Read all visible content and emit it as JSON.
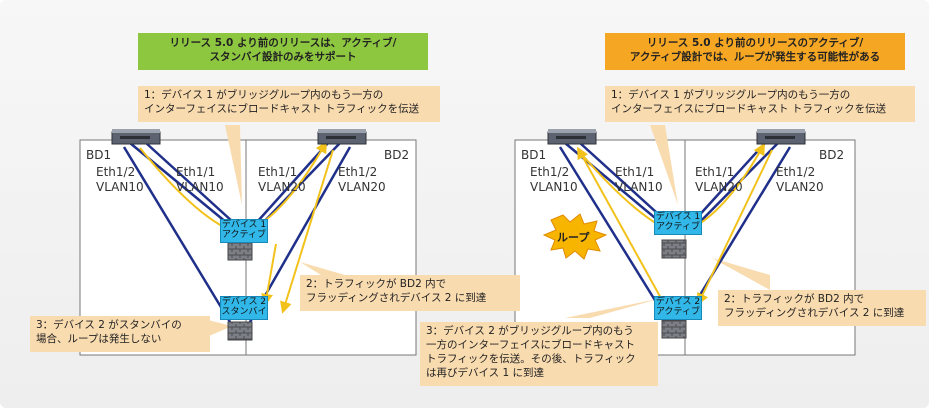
{
  "left": {
    "header": [
      "リリース 5.0 より前のリリースは、アクティブ/",
      "スタンバイ設計のみをサポート"
    ],
    "header_color": "#8dc63f",
    "step1": [
      "1：デバイス 1 がブリッジグループ内のもう一方の",
      "インターフェイスにブロードキャスト トラフィックを伝送"
    ],
    "step2": [
      "2：トラフィックが BD2 内で",
      "フラッディングされデバイス 2 に到達"
    ],
    "step3": [
      "3：デバイス 2 がスタンバイの",
      "場合、ループは発生しない"
    ],
    "bd1": "BD1",
    "bd2": "BD2",
    "ports": [
      "Eth1/2",
      "VLAN10",
      "Eth1/1",
      "VLAN10",
      "Eth1/1",
      "VLAN20",
      "Eth1/2",
      "VLAN20"
    ],
    "device1": [
      "デバイス 1",
      "アクティブ"
    ],
    "device2": [
      "デバイス 2",
      "スタンバイ"
    ]
  },
  "right": {
    "header": [
      "リリース 5.0 より前のリリースのアクティブ/",
      "アクティブ設計では、ループが発生する可能性がある"
    ],
    "header_color": "#f5a623",
    "step1": [
      "1：デバイス 1 がブリッジグループ内のもう一方の",
      "インターフェイスにブロードキャスト トラフィックを伝送"
    ],
    "step2": [
      "2：トラフィックが BD2 内で",
      "フラッディングされデバイス 2 に到達"
    ],
    "step3": [
      "3：デバイス 2 がブリッジグループ内のもう",
      "一方のインターフェイスにブロードキャスト",
      "トラフィックを伝送。その後、トラフィック",
      "は再びデバイス 1 に到達"
    ],
    "bd1": "BD1",
    "bd2": "BD2",
    "ports": [
      "Eth1/2",
      "VLAN10",
      "Eth1/1",
      "VLAN10",
      "Eth1/1",
      "VLAN20",
      "Eth1/2",
      "VLAN20"
    ],
    "device1": [
      "デバイス 1",
      "アクティブ"
    ],
    "device2": [
      "デバイス 2",
      "アクティブ"
    ],
    "loop": "ループ"
  },
  "colors": {
    "note": "#f9dbb0",
    "device": "#31b7e8",
    "link_blue": "#1f2f8a",
    "link_yellow": "#f2c21b",
    "loop_burst": "#f7b500"
  }
}
